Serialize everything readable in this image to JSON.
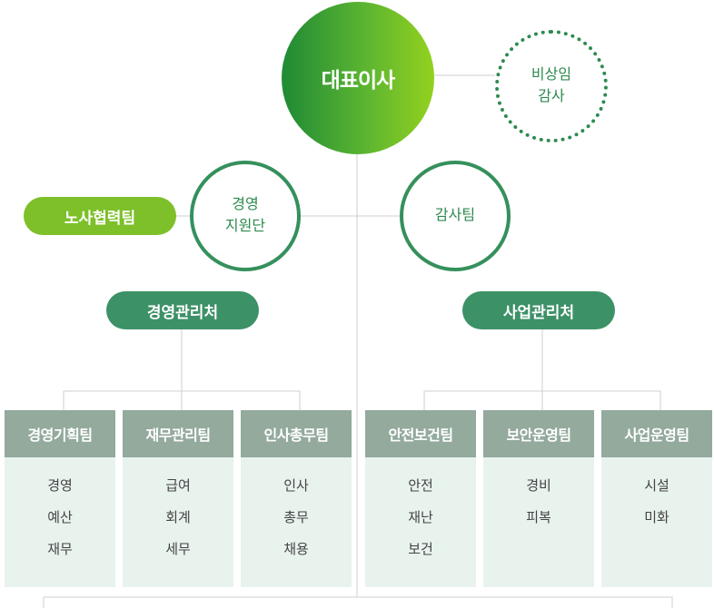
{
  "ceo": {
    "label": "대표이사"
  },
  "auditor": {
    "line1": "비상임",
    "line2": "감사"
  },
  "management_support": {
    "line1": "경영",
    "line2": "지원단"
  },
  "audit_team": {
    "label": "감사팀"
  },
  "labor_team": {
    "label": "노사협력팀"
  },
  "divisions": [
    {
      "label": "경영관리처"
    },
    {
      "label": "사업관리처"
    }
  ],
  "teams": [
    {
      "name": "경영기획팀",
      "duties": [
        "경영",
        "예산",
        "재무"
      ]
    },
    {
      "name": "재무관리팀",
      "duties": [
        "급여",
        "회계",
        "세무"
      ]
    },
    {
      "name": "인사총무팀",
      "duties": [
        "인사",
        "총무",
        "채용"
      ]
    },
    {
      "name": "안전보건팀",
      "duties": [
        "안전",
        "재난",
        "보건"
      ]
    },
    {
      "name": "보안운영팀",
      "duties": [
        "경비",
        "피복"
      ]
    },
    {
      "name": "사업운영팀",
      "duties": [
        "시설",
        "미화"
      ]
    }
  ],
  "colors": {
    "primary_green": "#2d8a4f",
    "light_green": "#7dc02a",
    "division_green": "#3d9167",
    "team_header": "#93aa9d",
    "team_body": "#e8f3ee"
  }
}
